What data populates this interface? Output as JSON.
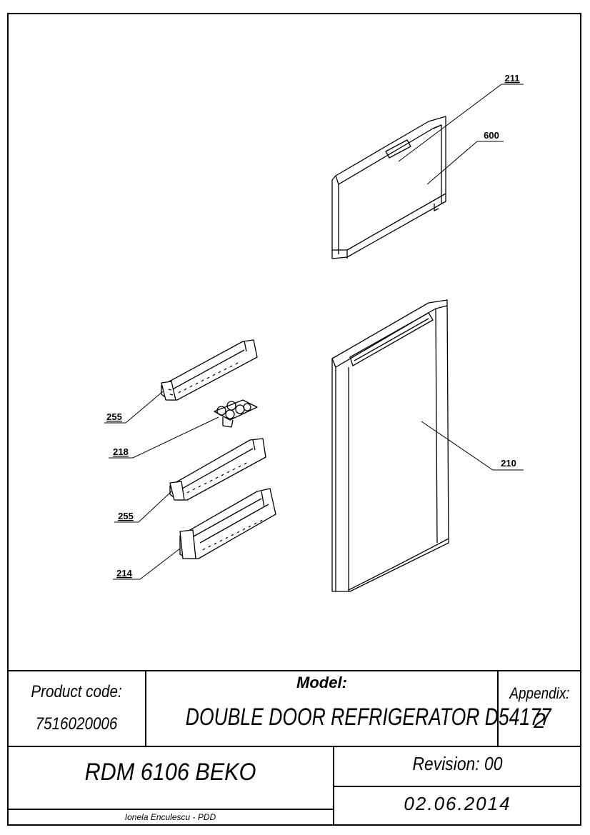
{
  "drawing": {
    "callouts": {
      "c211": "211",
      "c600": "600",
      "c210": "210",
      "c255a": "255",
      "c218": "218",
      "c255b": "255",
      "c214": "214"
    }
  },
  "title_block": {
    "product_code_label": "Product code:",
    "product_code_value": "7516020006",
    "model_label": "Model:",
    "model_value": "DOUBLE DOOR REFRIGERATOR D54177",
    "appendix_label": "Appendix:",
    "appendix_value": "2",
    "name": "RDM 6106 BEKO",
    "revision": "Revision: 00",
    "date": "02.06.2014",
    "author": "Ionela Enculescu - PDD"
  }
}
